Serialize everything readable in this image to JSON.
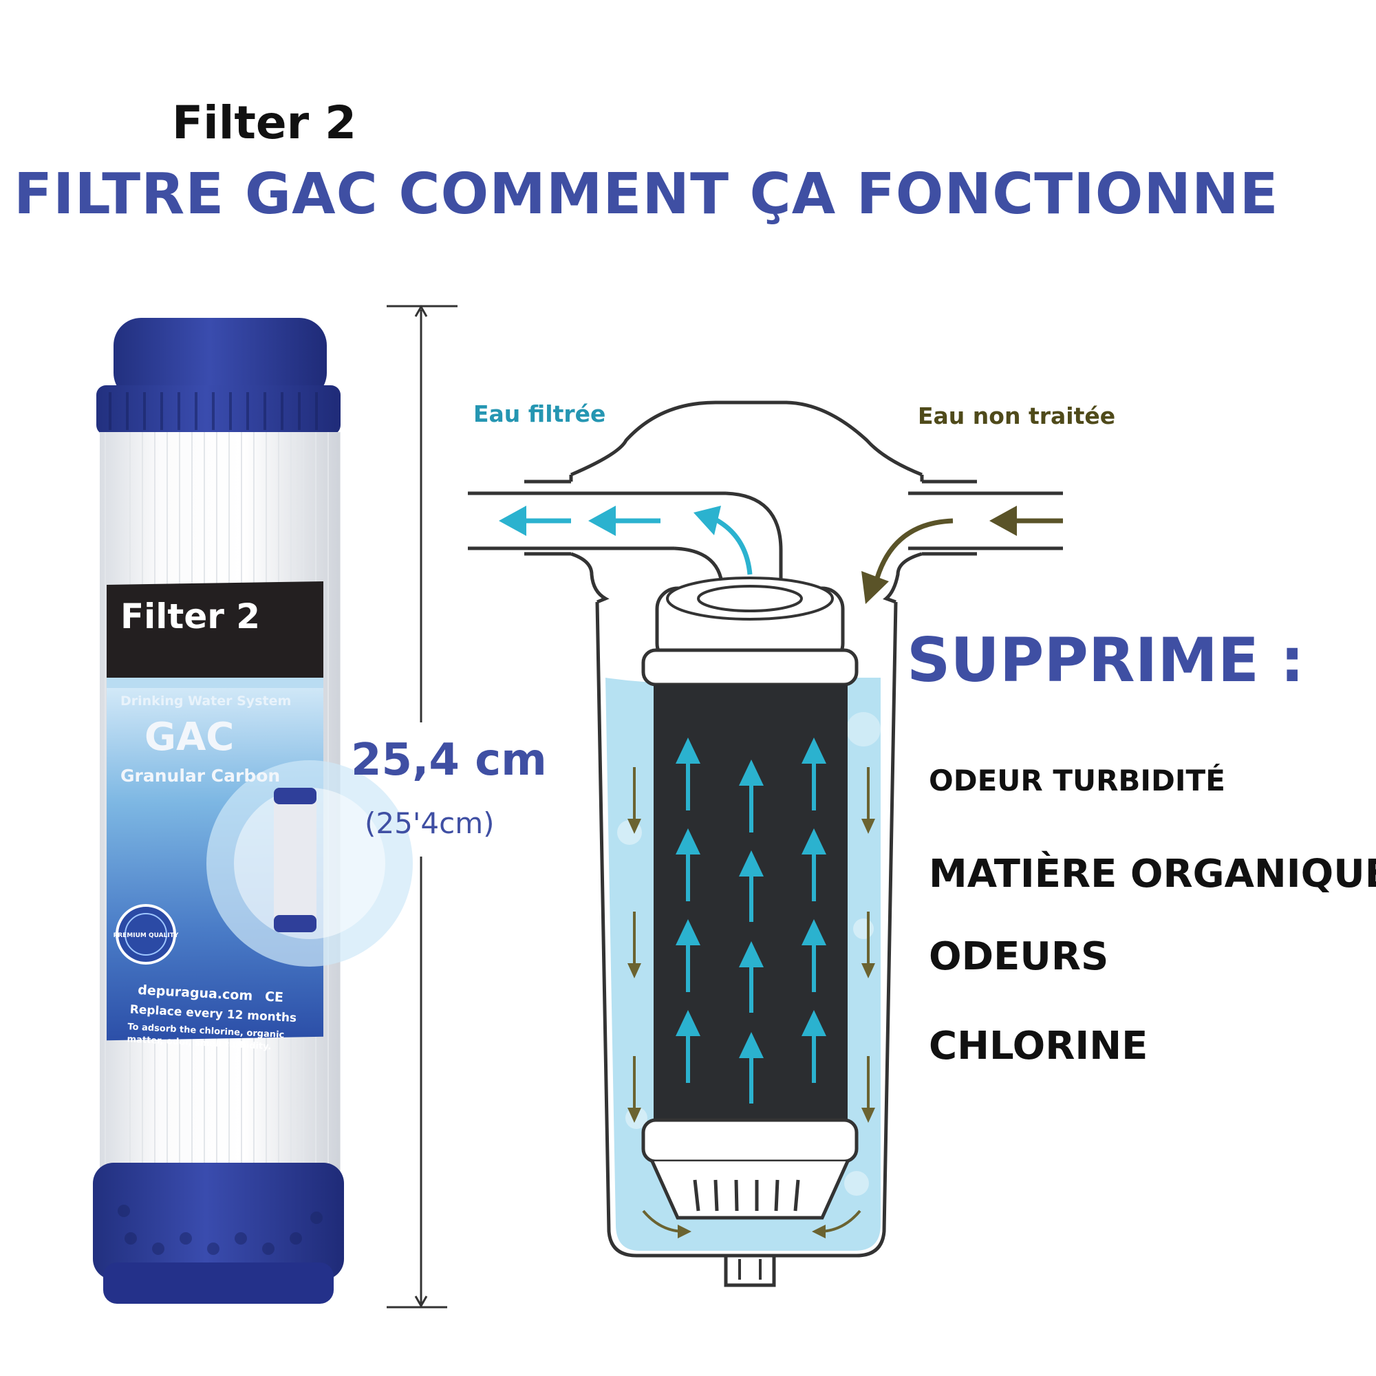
{
  "header": {
    "subtitle": "Filter 2",
    "title": "FILTRE GAC COMMENT ÇA FONCTIONNE"
  },
  "dimension": {
    "length": "25,4 cm",
    "alt_length": "(25'4cm)"
  },
  "cartridge_label": {
    "name": "Filter 2",
    "system": "Drinking Water System",
    "type": "GAC",
    "type_full": "Granular Carbon",
    "badge": "PREMIUM QUALITY",
    "website": "depuragua.com",
    "ce_mark": "CE",
    "replace": "Replace every 12 months",
    "description_line1": "To adsorb the chlorine, organic",
    "description_line2": "matter, odor, smell turbidity."
  },
  "diagram": {
    "label_filtered": "Eau filtrée",
    "label_untreated": "Eau non traitée"
  },
  "removes": {
    "heading": "SUPPRIME :",
    "items": [
      "ODEUR TURBIDITÉ",
      "MATIÈRE ORGANIQUE",
      "ODEURS",
      "CHLORINE"
    ]
  },
  "colors": {
    "brand_blue": "#3f4fa3",
    "filtered_water": "#2596b2",
    "untreated_water": "#4f4a1a",
    "cap_blue": "#2f3f9a",
    "water_fill": "#a9dcf0",
    "carbon_core": "#2b2d30"
  }
}
